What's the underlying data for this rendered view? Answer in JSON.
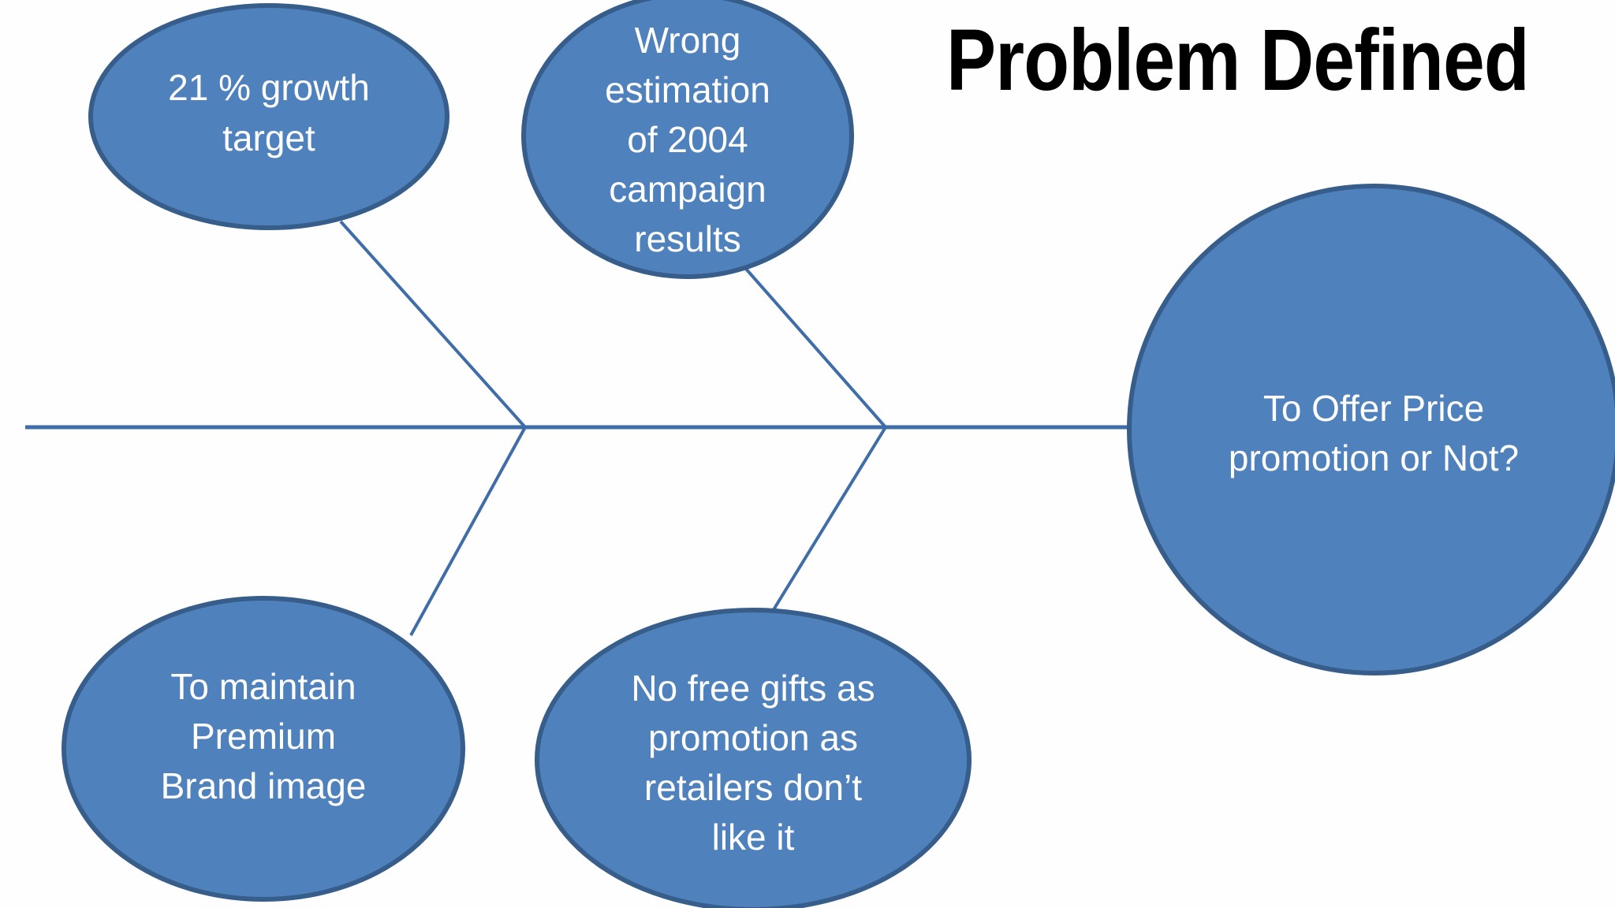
{
  "slide": {
    "title": "Problem Defined",
    "background_color": "#fefefe",
    "diagram_type": "fishbone-ishikawa"
  },
  "theme": {
    "bubble_fill": "#4F81BD",
    "bubble_stroke": "#375D8A",
    "line_color": "#3E6DA8",
    "bubble_text_color": "#FFFFFF",
    "title_color": "#000000"
  },
  "diagram": {
    "effect_label": "To Offer Price promotion or Not?",
    "effect": {
      "line1": "To Offer Price",
      "line2": "promotion or Not?"
    },
    "causes": [
      {
        "id": "growth-target",
        "position": "top-left",
        "label": "21 % growth target",
        "lines": [
          "21 % growth",
          "target"
        ]
      },
      {
        "id": "wrong-estimation",
        "position": "top-middle",
        "label": "Wrong estimation of 2004 campaign results",
        "lines": [
          "Wrong",
          "estimation",
          "of 2004",
          "campaign",
          "results"
        ]
      },
      {
        "id": "premium-brand-image",
        "position": "bottom-left",
        "label": "To maintain Premium Brand image",
        "lines": [
          "To maintain",
          "Premium",
          "Brand image"
        ]
      },
      {
        "id": "no-free-gifts",
        "position": "bottom-middle",
        "label": "No free gifts as promotion as retailers don’t like it",
        "lines": [
          "No free gifts as",
          "promotion as",
          "retailers don’t",
          "like it"
        ]
      }
    ]
  }
}
